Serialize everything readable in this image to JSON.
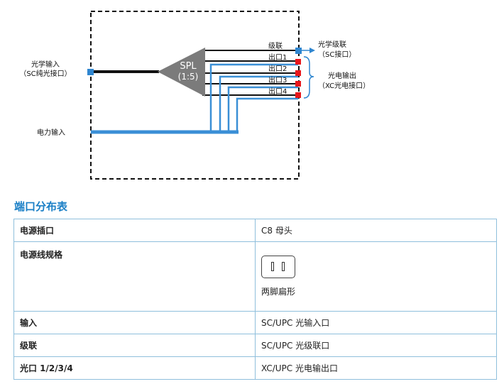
{
  "diagram": {
    "optical_input_line1": "光学输入",
    "optical_input_line2": "（SC纯光接口）",
    "power_input": "电力输入",
    "splitter_name": "SPL",
    "splitter_ratio": "(1:5)",
    "cascade_label": "级联",
    "port1_label": "出口1",
    "port2_label": "出口2",
    "port3_label": "出口3",
    "port4_label": "出口4",
    "optical_cascade_line1": "光学级联",
    "optical_cascade_line2": "（SC接口）",
    "photo_output_line1": "光电输出",
    "photo_output_line2": "（XC光电接口）",
    "colors": {
      "fiber": "#222222",
      "power": "#3a8fd6",
      "optical_port": "#2f86d0",
      "electrical_port": "#e8161b",
      "splitter": "#7b7b7b"
    }
  },
  "section_title": "端口分布表",
  "table": {
    "rows": [
      {
        "key": "电源插口",
        "value": "C8 母头"
      },
      {
        "key": "电源线规格",
        "value": "两脚扁形",
        "icon": "two-pin-flat-plug-icon"
      },
      {
        "key": "输入",
        "value": "SC/UPC 光输入口"
      },
      {
        "key": "级联",
        "value": "SC/UPC 光级联口"
      },
      {
        "key": "光口 1/2/3/4",
        "value": "XC/UPC 光电输出口"
      }
    ]
  }
}
